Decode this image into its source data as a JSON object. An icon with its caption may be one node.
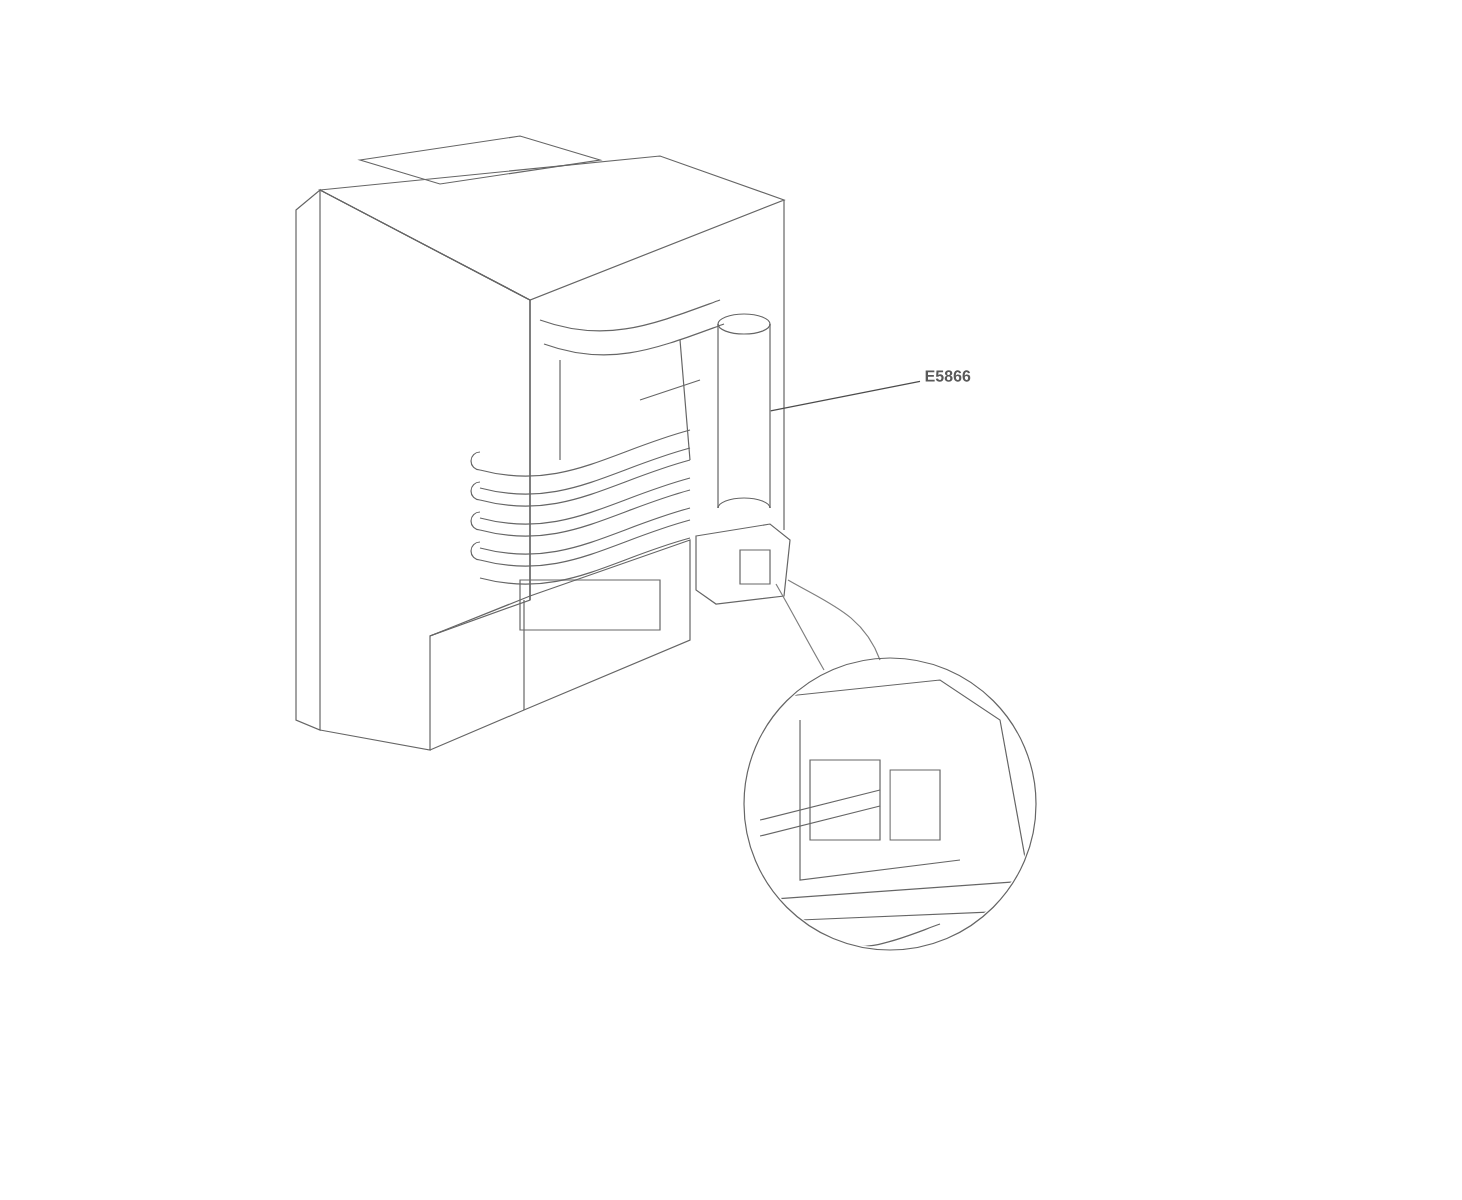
{
  "diagram": {
    "nodes": [
      {
        "text": [
          "E5866"
        ]
      },
      {
        "text": [],
        "shape": "cylinder"
      }
    ],
    "edges": [
      {
        "from": 0,
        "to": 1,
        "arrow": "none"
      }
    ]
  }
}
